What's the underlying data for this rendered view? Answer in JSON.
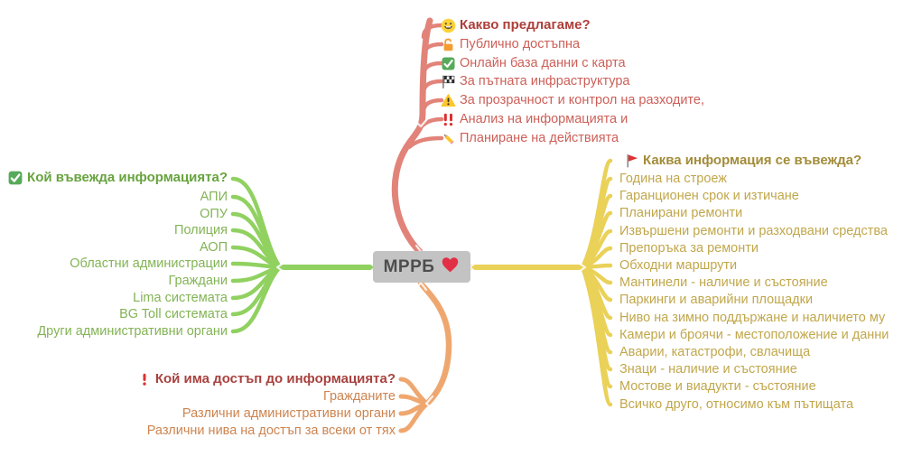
{
  "center": {
    "label": "МРРБ",
    "icon": "heart-icon"
  },
  "colors": {
    "top_branch": "#e28379",
    "left_branch": "#90d160",
    "right_branch": "#ead158",
    "bottom_branch": "#efa770",
    "center_bg": "#c3c3c3",
    "heart": "#e12f45"
  },
  "branches": {
    "top": {
      "header": {
        "label": "Какво предлагаме?",
        "icon": "smiley-icon"
      },
      "items": [
        {
          "label": "Публично достъпна",
          "icon": "open-lock-icon"
        },
        {
          "label": "Онлайн база данни с карта",
          "icon": "check-icon"
        },
        {
          "label": "За пътната инфраструктура",
          "icon": "checkered-flag-icon"
        },
        {
          "label": "За прозрачност и контрол на разходите,",
          "icon": "warning-icon"
        },
        {
          "label": "Анализ на информацията и",
          "icon": "double-exclamation-icon"
        },
        {
          "label": "Планиране на действията",
          "icon": "pencil-icon"
        }
      ]
    },
    "left": {
      "header": {
        "label": "Кой въвежда информацията?",
        "icon": "check-icon"
      },
      "items": [
        "АПИ",
        "ОПУ",
        "Полиция",
        "АОП",
        "Областни администрации",
        "Граждани",
        "Lima системата",
        "BG Toll системата",
        "Други административни органи"
      ]
    },
    "right": {
      "header": {
        "label": "Каква информация се въвежда?",
        "icon": "red-flag-icon"
      },
      "items": [
        "Година на строеж",
        "Гаранционен срок и изтичане",
        "Планирани ремонти",
        "Извършени ремонти и разходвани средства",
        "Препоръка за ремонти",
        "Обходни маршрути",
        "Мантинели - наличие и състояние",
        "Паркинги и аварийни площадки",
        "Ниво на зимно поддържане и наличието му",
        "Камери и броячи - местоположение и данни",
        "Аварии, катастрофи, свлачища",
        "Знаци - наличие и състояние",
        "Мостове и виадукти - състояние",
        "Всичко друго, относимо към пътищата"
      ]
    },
    "bottom": {
      "header": {
        "label": "Кой има достъп до информацията?",
        "icon": "exclamation-icon"
      },
      "items": [
        "Гражданите",
        "Различни административни органи",
        "Различни нива на достъп за всеки от тях"
      ]
    }
  }
}
